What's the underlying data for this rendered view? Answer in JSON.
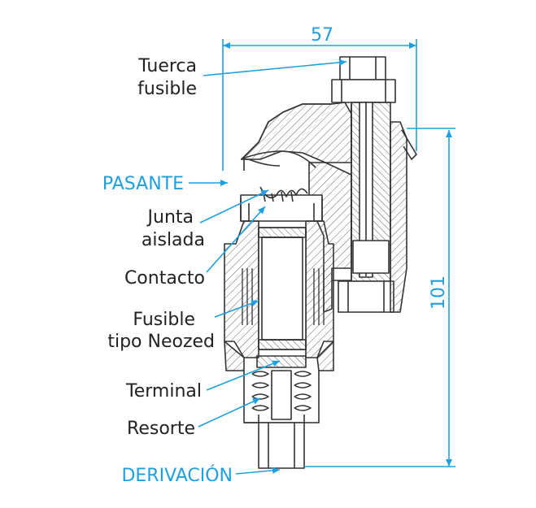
{
  "colors": {
    "dimension": "#1ea0e0",
    "outline": "#333333",
    "hatch": "#555555",
    "text": "#222222"
  },
  "dimensions": {
    "width": "57",
    "height": "101"
  },
  "labels": {
    "tuerca_line1": "Tuerca",
    "tuerca_line2": "fusible",
    "pasante": "PASANTE",
    "junta_line1": "Junta",
    "junta_line2": "aislada",
    "contacto": "Contacto",
    "fusible_line1": "Fusible",
    "fusible_line2": "tipo Neozed",
    "terminal": "Terminal",
    "resorte": "Resorte",
    "derivacion": "DERIVACIÓN"
  }
}
